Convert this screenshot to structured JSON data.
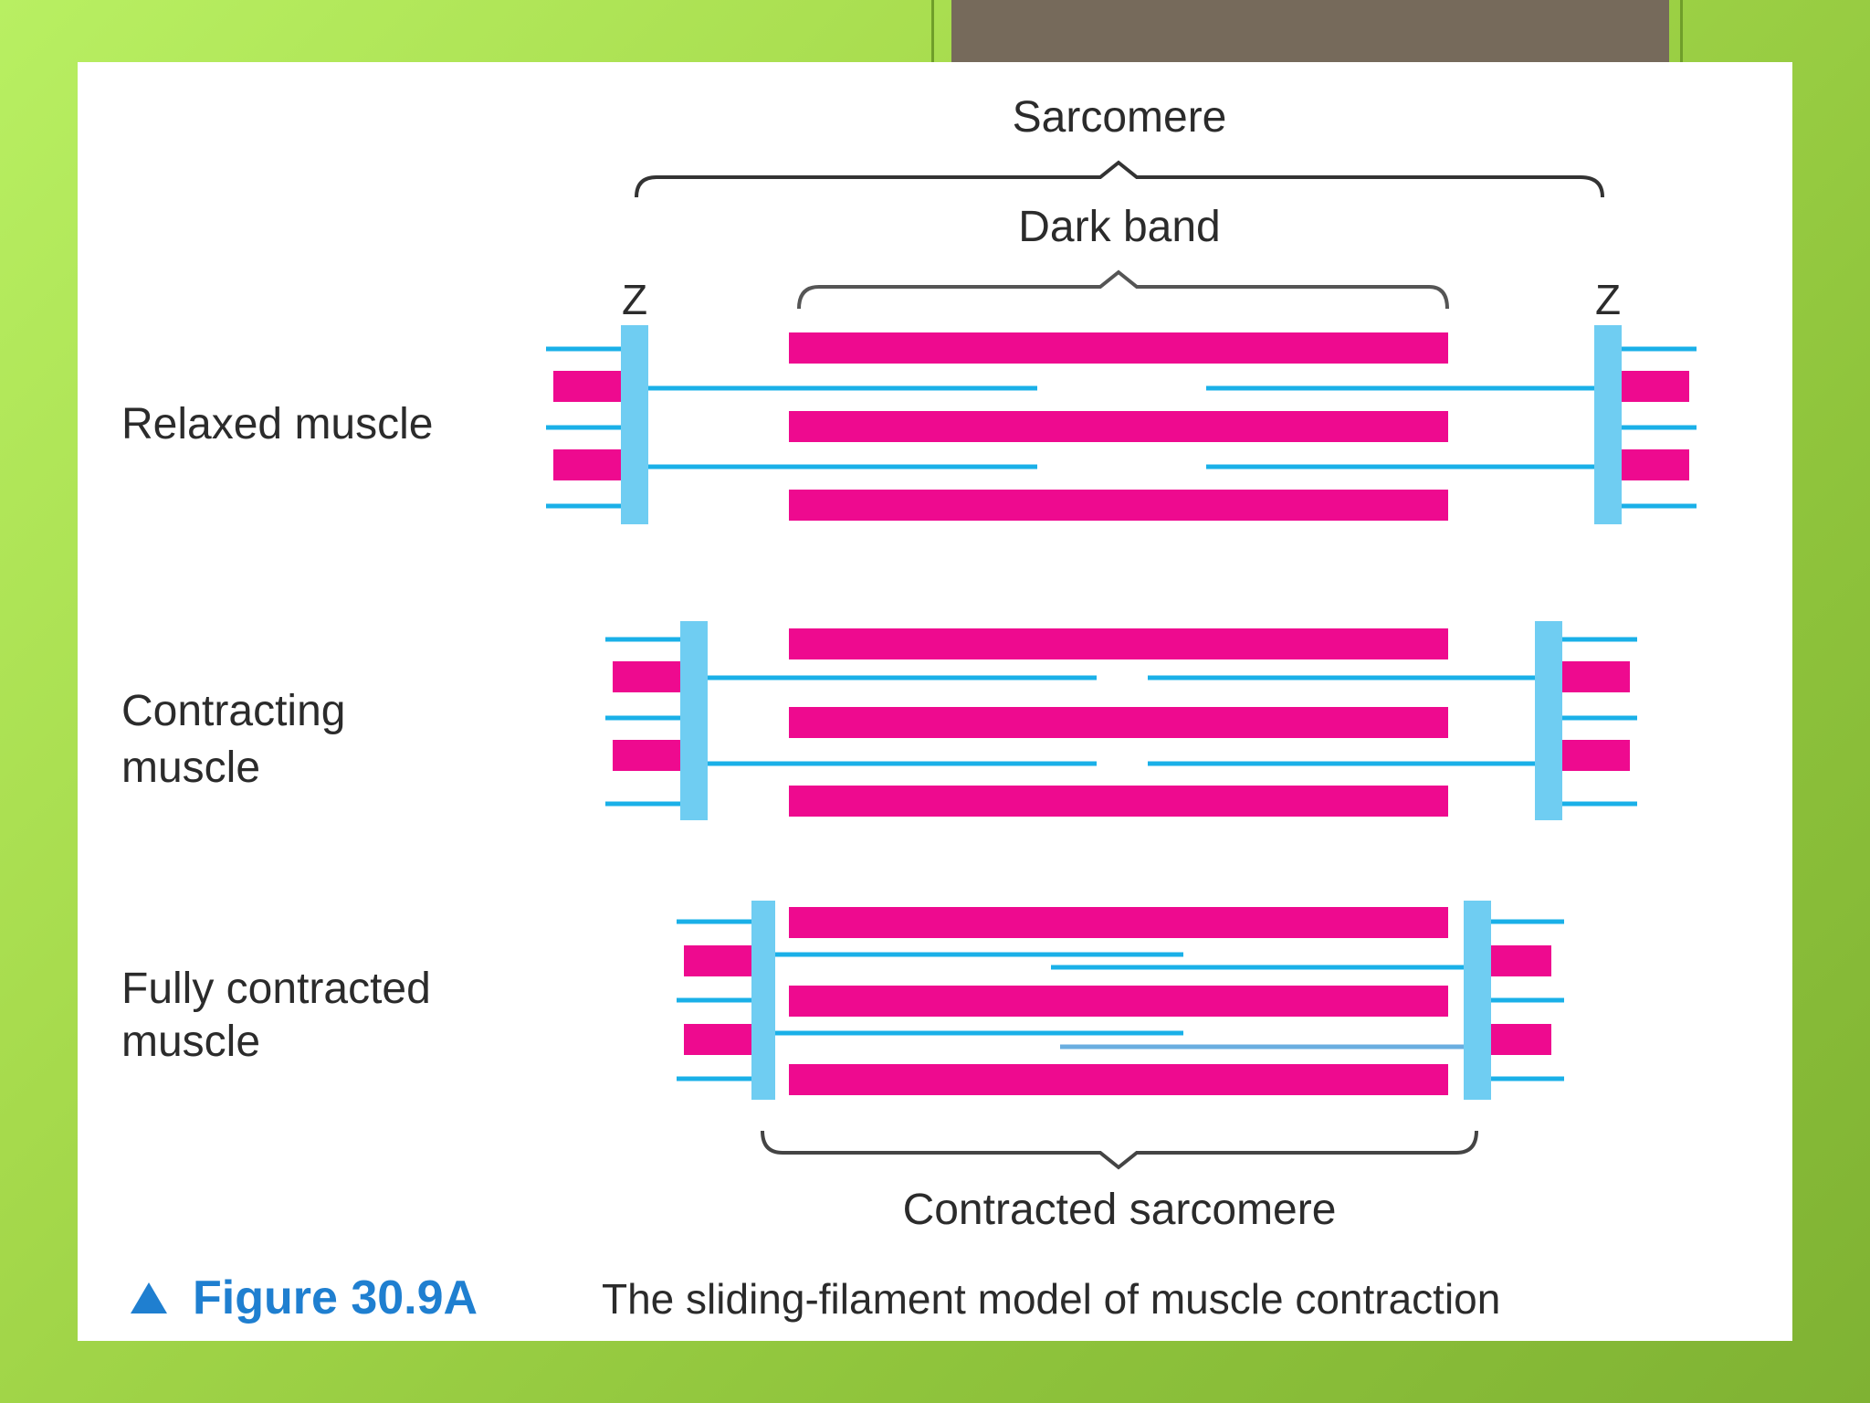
{
  "diagram": {
    "sarcomere_label": "Sarcomere",
    "dark_band_label": "Dark band",
    "z_left_label": "Z",
    "z_right_label": "Z",
    "rows": [
      {
        "label_lines": [
          "Relaxed muscle"
        ]
      },
      {
        "label_lines": [
          "Contracting",
          "muscle"
        ]
      },
      {
        "label_lines": [
          "Fully contracted",
          "muscle"
        ]
      }
    ],
    "contracted_sarcomere_label": "Contracted sarcomere",
    "colors": {
      "thick_filament": "#ee0a8f",
      "thin_filament": "#1ab0e8",
      "z_line": "#6fcdf2",
      "bracket": "#333333",
      "figure_accent": "#1f7fd0"
    }
  },
  "caption": {
    "marker_icon": "triangle-up-icon",
    "figure_number": "Figure 30.9A",
    "text": "The sliding-filament model of muscle contraction"
  }
}
